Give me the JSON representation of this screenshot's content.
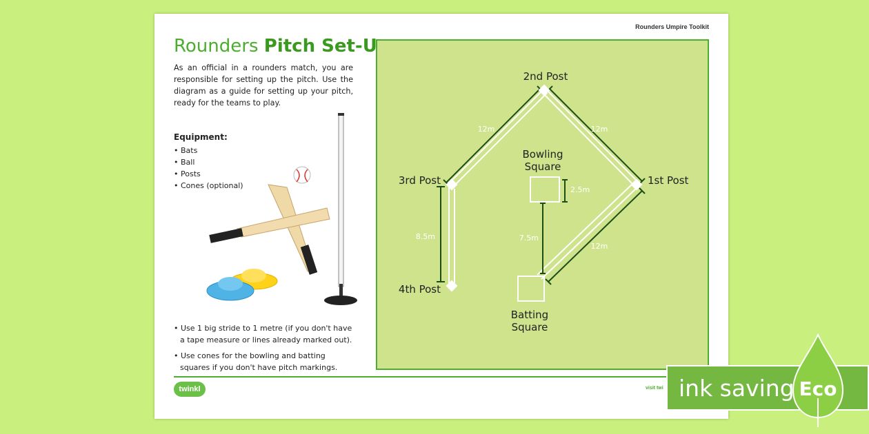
{
  "sheet": {
    "header_tag": "Rounders Umpire Toolkit",
    "title_light": "Rounders",
    "title_bold": "Pitch Set-Up",
    "intro": "As an official in a rounders match, you are responsible for setting up the pitch. Use the diagram as a guide for setting up your pitch, ready for the teams to play.",
    "equipment_heading": "Equipment:",
    "equipment": [
      "Bats",
      "Ball",
      "Posts",
      "Cones (optional)"
    ],
    "tips": [
      "Use 1 big stride to 1 metre (if you don't have a tape measure or lines already marked out).",
      "Use cones for the bowling and batting squares if you don't have pitch markings."
    ],
    "logo": "twinkl",
    "visit": "visit twi"
  },
  "diagram": {
    "posts": {
      "second": "2nd Post",
      "third": "3rd Post",
      "first": "1st Post",
      "fourth": "4th Post"
    },
    "bowling_square": [
      "Bowling",
      "Square"
    ],
    "batting_square": [
      "Batting",
      "Square"
    ],
    "measures": {
      "top_left": "12m",
      "top_right": "12m",
      "bottom_right": "12m",
      "left": "8.5m",
      "bowling_size": "2.5m",
      "bowling_to_batting": "7.5m"
    }
  },
  "eco": {
    "label": "ink saving",
    "badge": "Eco"
  },
  "colors": {
    "background": "#c9f07e",
    "accent": "#4cae2e",
    "pitch": "#cfe38d",
    "eco": "#74b842"
  }
}
